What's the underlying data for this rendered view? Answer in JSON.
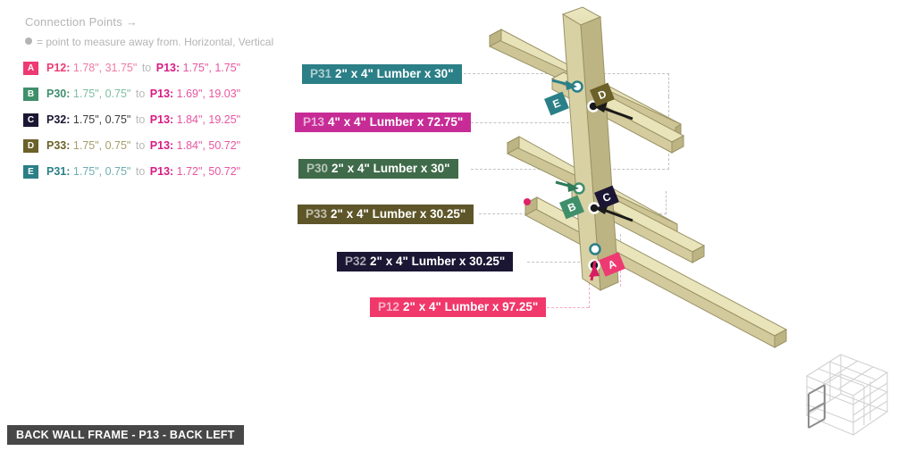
{
  "legend": {
    "title": "Connection Points →",
    "subtitle": "= point to measure away from. Horizontal, Vertical",
    "rows": [
      {
        "badge": "A",
        "color": "#ee3a72",
        "src": "P12:",
        "src_value": "1.78\", 31.75\"",
        "to": "to",
        "dst": "P13:",
        "dst_value": "1.75\", 1.75\"",
        "src_color": "#ee3a72",
        "src_value_color": "#f07ba4"
      },
      {
        "badge": "B",
        "color": "#3f8f6b",
        "src": "P30:",
        "src_value": "1.75\", 0.75\"",
        "to": "to",
        "dst": "P13:",
        "dst_value": "1.69\", 19.03\"",
        "src_color": "#3f8f6b",
        "src_value_color": "#7fbda3"
      },
      {
        "badge": "C",
        "color": "#1b1633",
        "src": "P32:",
        "src_value": "1.75\", 0.75\"",
        "to": "to",
        "dst": "P13:",
        "dst_value": "1.84\", 19.25\"",
        "src_color": "#1b1633",
        "src_value_color": "#3b3b3b"
      },
      {
        "badge": "D",
        "color": "#6b6129",
        "src": "P33:",
        "src_value": "1.75\", 0.75\"",
        "to": "to",
        "dst": "P13:",
        "dst_value": "1.84\", 50.72\"",
        "src_color": "#6b6129",
        "src_value_color": "#a79d6a"
      },
      {
        "badge": "E",
        "color": "#2b7f87",
        "src": "P31:",
        "src_value": "1.75\", 0.75\"",
        "to": "to",
        "dst": "P13:",
        "dst_value": "1.72\", 50.72\"",
        "src_color": "#2b7f87",
        "src_value_color": "#6eacb2"
      }
    ]
  },
  "callouts": [
    {
      "code": "P31",
      "text": "2\" x 4\" Lumber  x 30\"",
      "color": "#2b7f87"
    },
    {
      "code": "P13",
      "text": "4\" x 4\" Lumber x 72.75\"",
      "color": "#c72c96"
    },
    {
      "code": "P30",
      "text": "2\" x 4\" Lumber  x 30\"",
      "color": "#3f6b4a"
    },
    {
      "code": "P33",
      "text": "2\" x 4\" Lumber  x 30.25\"",
      "color": "#5e5629"
    },
    {
      "code": "P32",
      "text": "2\" x 4\" Lumber  x 30.25\"",
      "color": "#1b1633"
    },
    {
      "code": "P12",
      "text": "2\" x 4\" Lumber  x 97.25\"",
      "color": "#f0386b"
    }
  ],
  "model": {
    "markers": [
      {
        "label": "E",
        "color": "#2b7f87"
      },
      {
        "label": "D",
        "color": "#6b6129"
      },
      {
        "label": "B",
        "color": "#3f8f6b"
      },
      {
        "label": "C",
        "color": "#1b1633"
      },
      {
        "label": "A",
        "color": "#ee3a72"
      }
    ]
  },
  "titlebar": {
    "text": "BACK WALL FRAME - P13 - BACK LEFT"
  }
}
